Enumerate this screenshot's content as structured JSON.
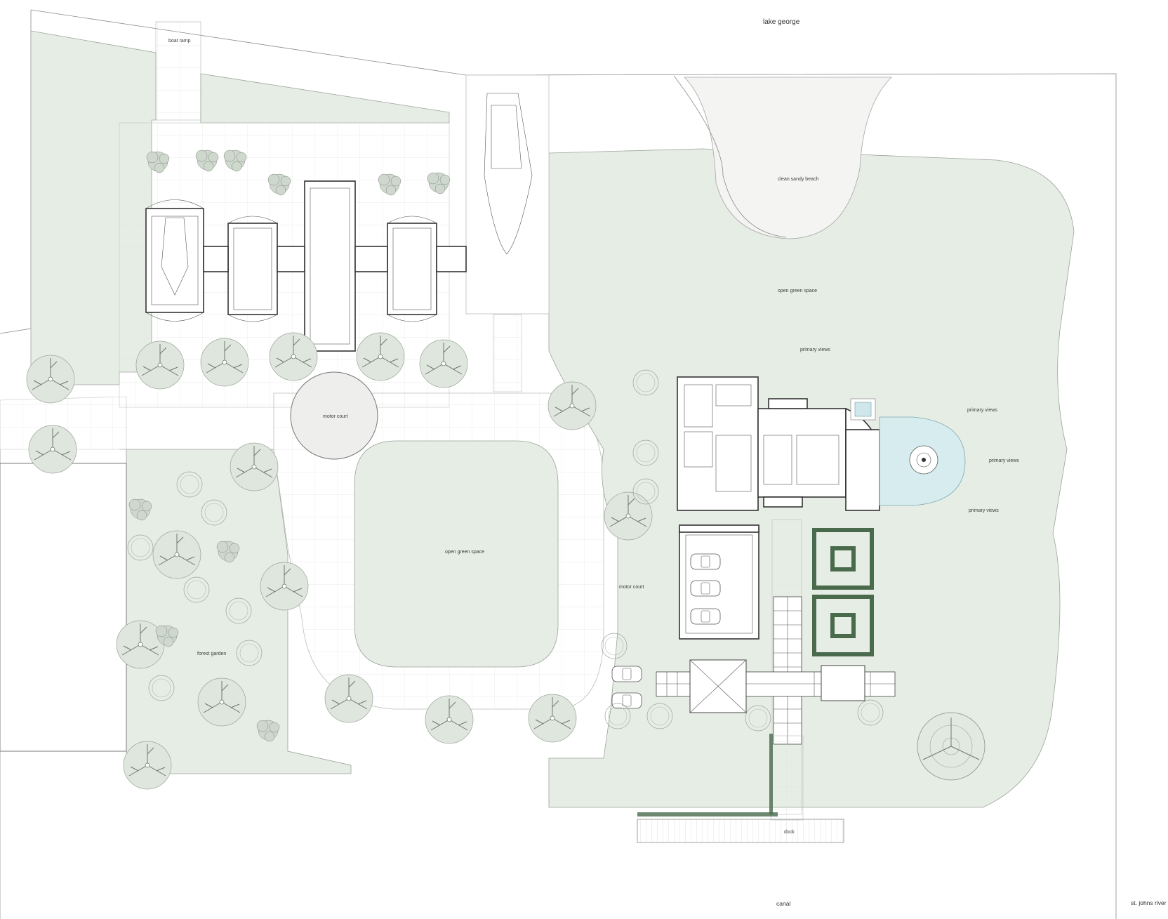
{
  "labels": {
    "lake": "lake george",
    "boat_ramp": "boat ramp",
    "beach": "clean sandy beach",
    "open_green_north": "open green space",
    "primary_views_1": "primary views",
    "primary_views_2": "primary views",
    "primary_views_3": "primary views",
    "primary_views_4": "primary views",
    "motor_court_west": "motor court",
    "open_green_center": "open green space",
    "motor_court_east": "motor court",
    "forest_garden": "forest garden",
    "dock": "dock",
    "canal": "canal",
    "river": "st. johns river"
  },
  "colors": {
    "lawn": "#e6ede5",
    "paving": "#f6f6f4",
    "pool": "#d6ecef",
    "hedge": "#4a6a4c",
    "walls": "#333333"
  }
}
